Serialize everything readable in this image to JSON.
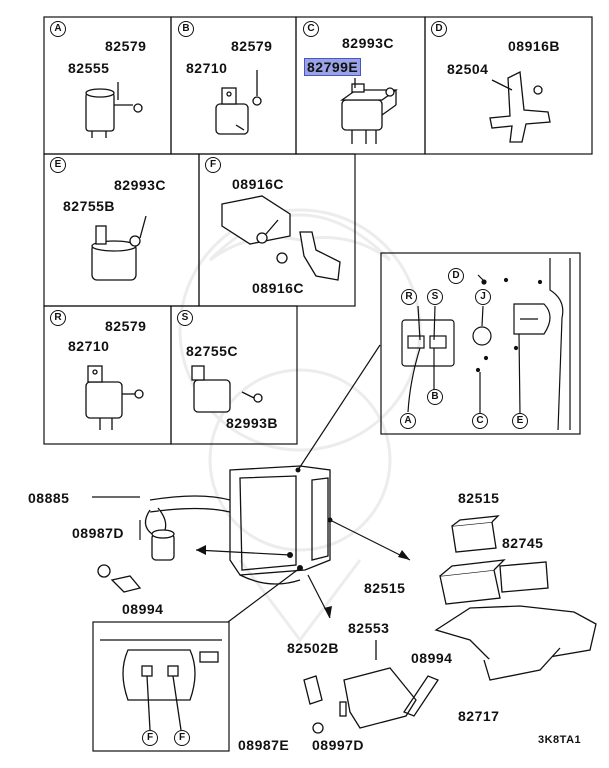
{
  "highlight_color": "#9aa3e6",
  "panels": {
    "A": {
      "tag": "A",
      "parts": [
        "82579",
        "82555"
      ]
    },
    "B": {
      "tag": "B",
      "parts": [
        "82579",
        "82710"
      ]
    },
    "C": {
      "tag": "C",
      "parts": [
        "82993C",
        "82799E"
      ]
    },
    "D": {
      "tag": "D",
      "parts": [
        "08916B",
        "82504"
      ]
    },
    "E": {
      "tag": "E",
      "parts": [
        "82993C",
        "82755B"
      ]
    },
    "F": {
      "tag": "F",
      "parts": [
        "08916C",
        "08916C"
      ]
    },
    "R": {
      "tag": "R",
      "parts": [
        "82579",
        "82710"
      ]
    },
    "S": {
      "tag": "S",
      "parts": [
        "82755C",
        "82993B"
      ]
    }
  },
  "highlighted_part": "82799E",
  "location_panel": {
    "tags": [
      "D",
      "R",
      "S",
      "J",
      "A",
      "B",
      "C",
      "E"
    ]
  },
  "lower_parts": [
    "08885",
    "08987D",
    "08994",
    "82515",
    "82745",
    "82515",
    "82717",
    "82553",
    "82502B",
    "08994",
    "08987E",
    "08997D"
  ],
  "inset_tags": [
    "F",
    "F"
  ],
  "diagram_code": "3K8TA1"
}
